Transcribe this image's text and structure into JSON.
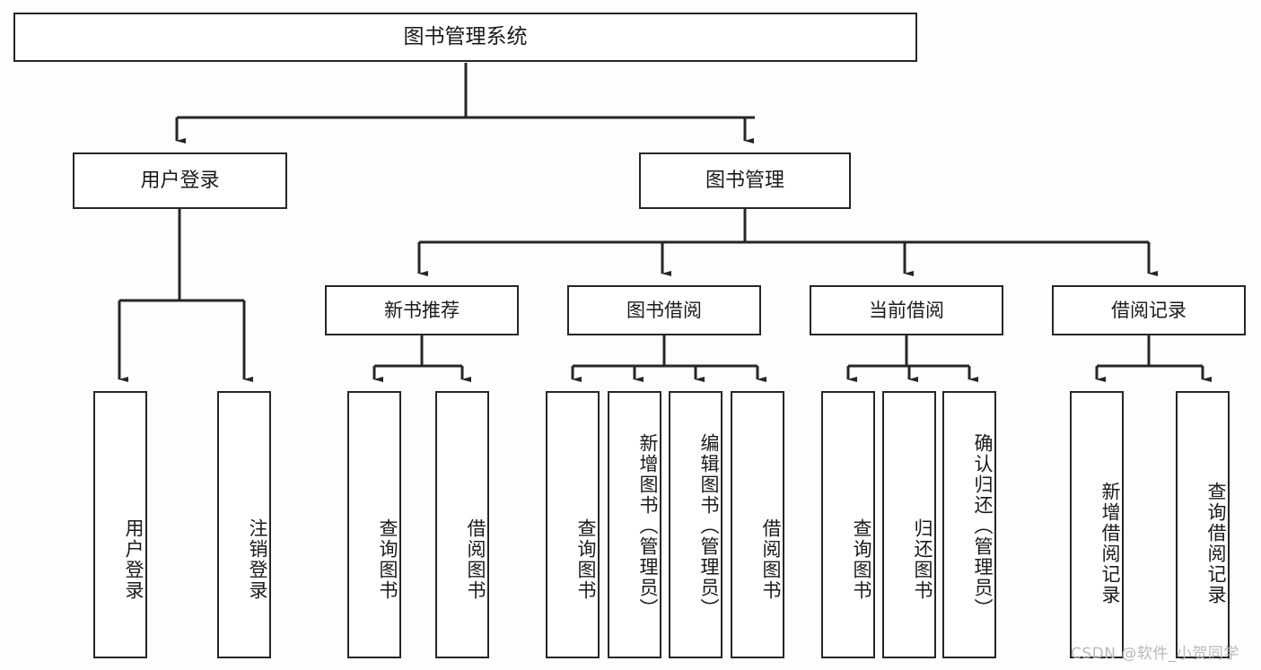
{
  "diagram": {
    "title": "图书管理系统",
    "type": "hierarchy-tree",
    "root": {
      "label": "图书管理系统"
    },
    "level1": [
      {
        "label": "用户登录"
      },
      {
        "label": "图书管理"
      }
    ],
    "level2": [
      {
        "label": "新书推荐"
      },
      {
        "label": "图书借阅"
      },
      {
        "label": "当前借阅"
      },
      {
        "label": "借阅记录"
      }
    ],
    "leaves": [
      {
        "label": "用户登录",
        "parent": "用户登录"
      },
      {
        "label": "注销登录",
        "parent": "用户登录"
      },
      {
        "label": "查询图书",
        "parent": "新书推荐"
      },
      {
        "label": "借阅图书",
        "parent": "新书推荐"
      },
      {
        "label": "查询图书",
        "parent": "图书借阅"
      },
      {
        "label": "新增图书（管理员）",
        "parent": "图书借阅"
      },
      {
        "label": "编辑图书（管理员）",
        "parent": "图书借阅"
      },
      {
        "label": "借阅图书",
        "parent": "图书借阅"
      },
      {
        "label": "查询图书",
        "parent": "当前借阅"
      },
      {
        "label": "归还图书",
        "parent": "当前借阅"
      },
      {
        "label": "确认归还（管理员）",
        "parent": "当前借阅"
      },
      {
        "label": "新增借阅记录",
        "parent": "借阅记录"
      },
      {
        "label": "查询借阅记录",
        "parent": "借阅记录"
      }
    ]
  },
  "watermark": {
    "text": "CSDN @软件_小贺同学"
  },
  "colors": {
    "stroke": "#262626",
    "background": "#fdfdfd",
    "node_fill": "#ffffff",
    "text": "#1a1a1a",
    "watermark": "#b9b9b9"
  }
}
